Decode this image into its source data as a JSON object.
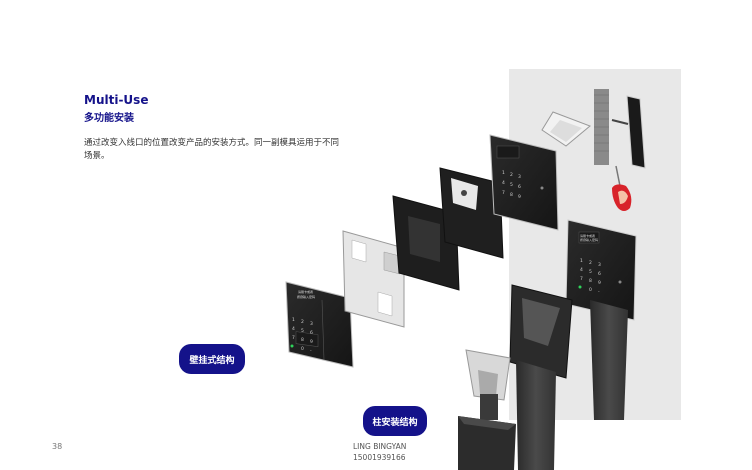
{
  "header": {
    "title": "Multi-Use",
    "subtitle": "多功能安装",
    "description": "通过改变入线口的位置改变产品的安装方式。同一副模具运用于不同场景。"
  },
  "labels": {
    "wall_mount": "壁挂式结构",
    "column_mount": "柱安装结构"
  },
  "keypad": {
    "screen_line1": "请刷卡或者",
    "screen_line2": "按键输入密码",
    "keys": [
      "1",
      "2",
      "3",
      "4",
      "5",
      "6",
      "7",
      "8",
      "9",
      "0",
      "-"
    ]
  },
  "footer": {
    "page_number": "38",
    "author_name": "LING BINGYAN",
    "author_phone": "15001939166"
  },
  "colors": {
    "accent": "#14128a",
    "device_dark": "#222222",
    "background_panel": "#e8e8e8"
  }
}
